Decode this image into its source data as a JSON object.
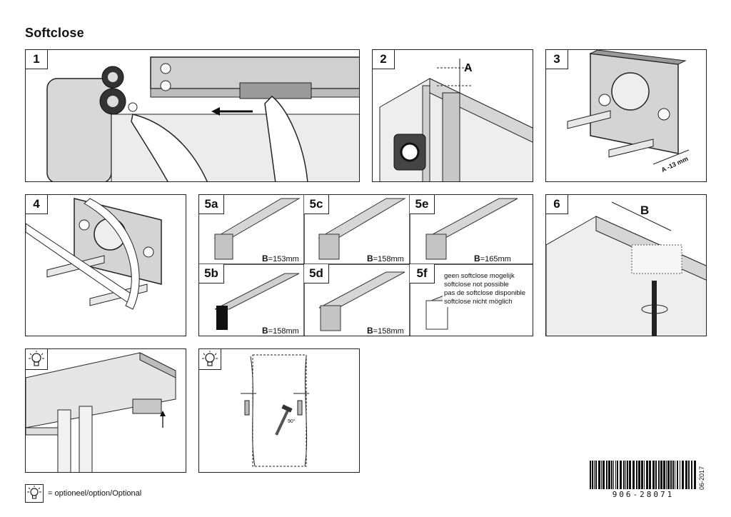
{
  "title": "Softclose",
  "steps": {
    "s1": "1",
    "s2": "2",
    "s3": "3",
    "s4": "4",
    "s5a": "5a",
    "s5b": "5b",
    "s5c": "5c",
    "s5d": "5d",
    "s5e": "5e",
    "s5f": "5f",
    "s6": "6"
  },
  "dims": {
    "a": "A",
    "a_minus": "A -13 mm",
    "b": "B"
  },
  "profiles": {
    "p5a": {
      "b": "B",
      "val": "=153mm"
    },
    "p5b": {
      "b": "B",
      "val": "=158mm"
    },
    "p5c": {
      "b": "B",
      "val": "=158mm"
    },
    "p5d": {
      "b": "B",
      "val": "=158mm"
    },
    "p5e": {
      "b": "B",
      "val": "=165mm"
    }
  },
  "p5f_note": [
    "geen softclose mogelijk",
    "softclose not possible",
    "pas de softclose disponible",
    "softclose nicht möglich"
  ],
  "angle": "90°",
  "legend": "= optioneel/option/Optional",
  "barcode": {
    "number": "906-28071",
    "date": "06-2017"
  }
}
